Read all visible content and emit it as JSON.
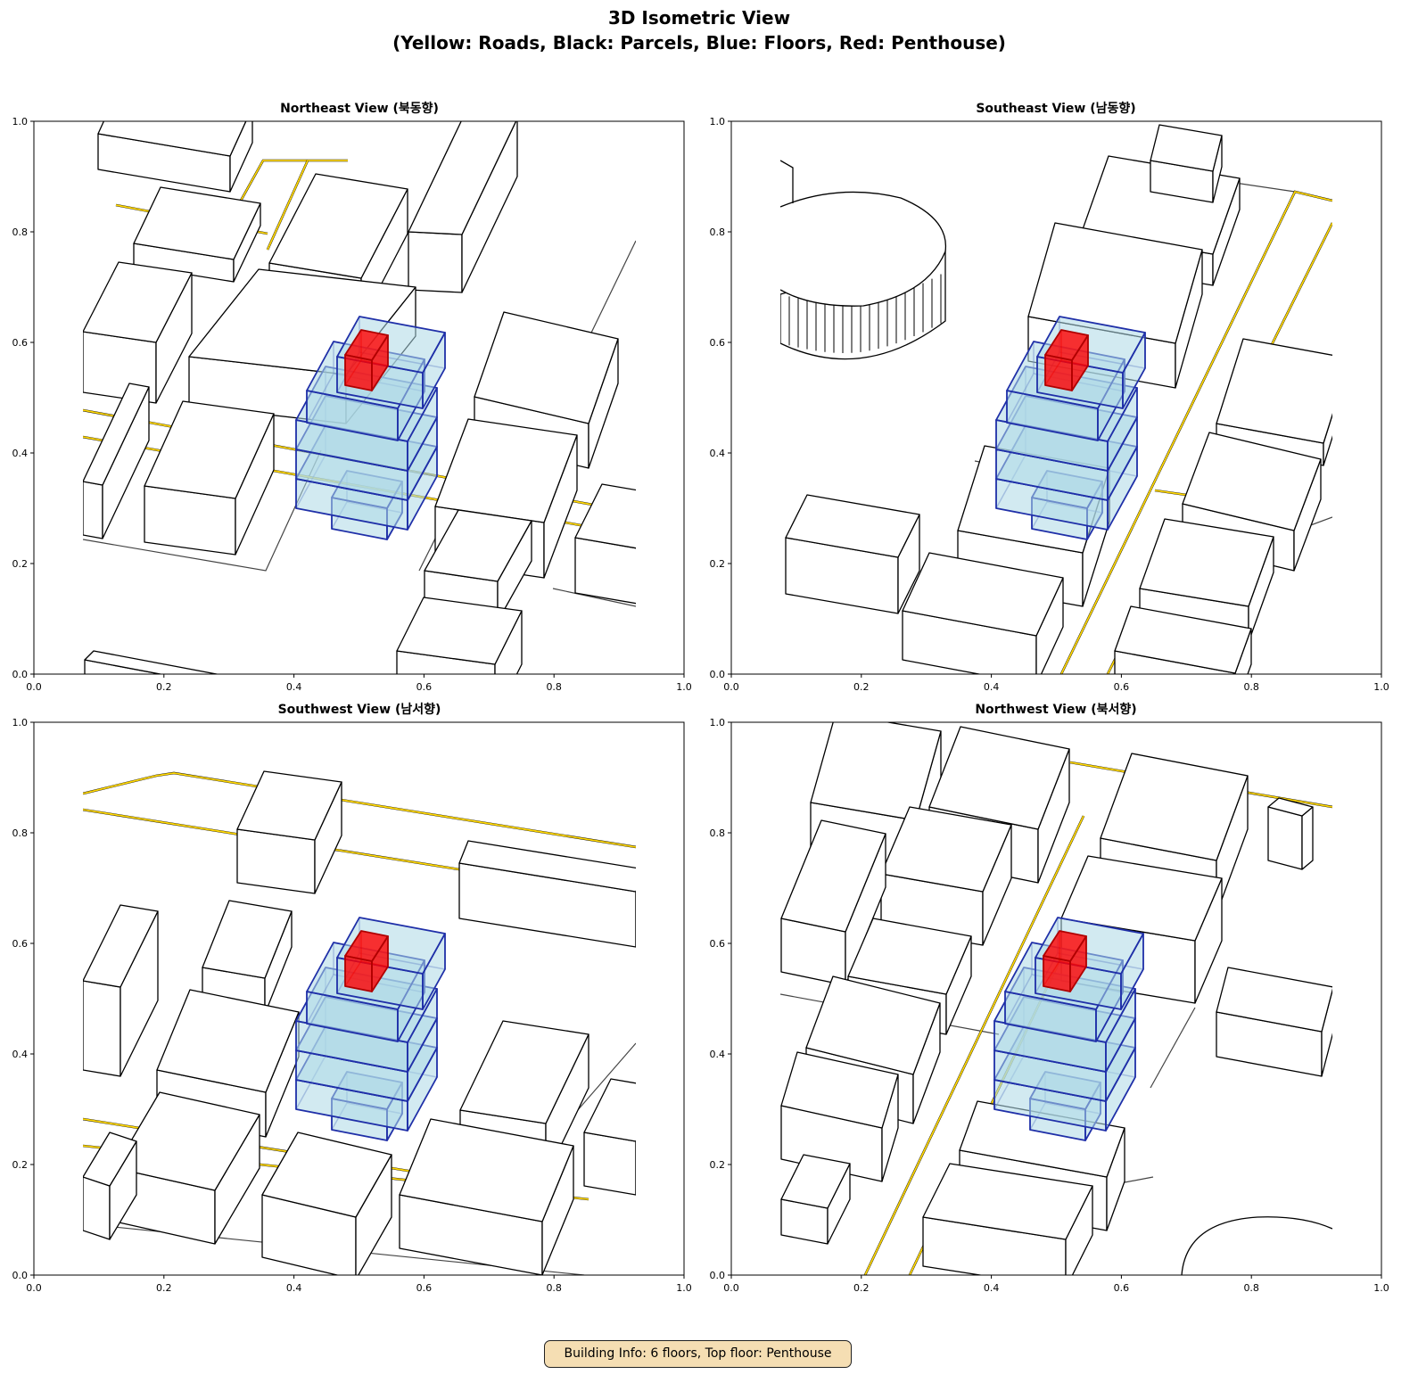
{
  "figure": {
    "title_line1": "3D Isometric View",
    "title_line2": "(Yellow: Roads, Black: Parcels, Blue: Floors, Red: Penthouse)"
  },
  "chart_data": [
    {
      "type": "3d-isometric",
      "title": "Northeast View (북동향)",
      "xlim": [
        0,
        1
      ],
      "ylim": [
        0,
        1
      ],
      "xticks": [
        "0.0",
        "0.2",
        "0.4",
        "0.6",
        "0.8",
        "1.0"
      ],
      "yticks": [
        "0.0",
        "0.2",
        "0.4",
        "0.6",
        "0.8",
        "1.0"
      ]
    },
    {
      "type": "3d-isometric",
      "title": "Southeast View (남동향)",
      "xlim": [
        0,
        1
      ],
      "ylim": [
        0,
        1
      ],
      "xticks": [
        "0.0",
        "0.2",
        "0.4",
        "0.6",
        "0.8",
        "1.0"
      ],
      "yticks": [
        "0.0",
        "0.2",
        "0.4",
        "0.6",
        "0.8",
        "1.0"
      ]
    },
    {
      "type": "3d-isometric",
      "title": "Southwest View (남서향)",
      "xlim": [
        0,
        1
      ],
      "ylim": [
        0,
        1
      ],
      "xticks": [
        "0.0",
        "0.2",
        "0.4",
        "0.6",
        "0.8",
        "1.0"
      ],
      "yticks": [
        "0.0",
        "0.2",
        "0.4",
        "0.6",
        "0.8",
        "1.0"
      ]
    },
    {
      "type": "3d-isometric",
      "title": "Northwest View (북서향)",
      "xlim": [
        0,
        1
      ],
      "ylim": [
        0,
        1
      ],
      "xticks": [
        "0.0",
        "0.2",
        "0.4",
        "0.6",
        "0.8",
        "1.0"
      ],
      "yticks": [
        "0.0",
        "0.2",
        "0.4",
        "0.6",
        "0.8",
        "1.0"
      ]
    }
  ],
  "building": {
    "floors": 6,
    "top_floor": "Penthouse"
  },
  "footer": {
    "info": "Building Info: 6 floors, Top floor: Penthouse"
  },
  "colors": {
    "road": "#ffd700",
    "parcel": "#000000",
    "floor_fill": "#add8e6",
    "floor_edge": "#1f2fa8",
    "penthouse": "#ff0000",
    "footer_bg": "#f5deb3"
  }
}
